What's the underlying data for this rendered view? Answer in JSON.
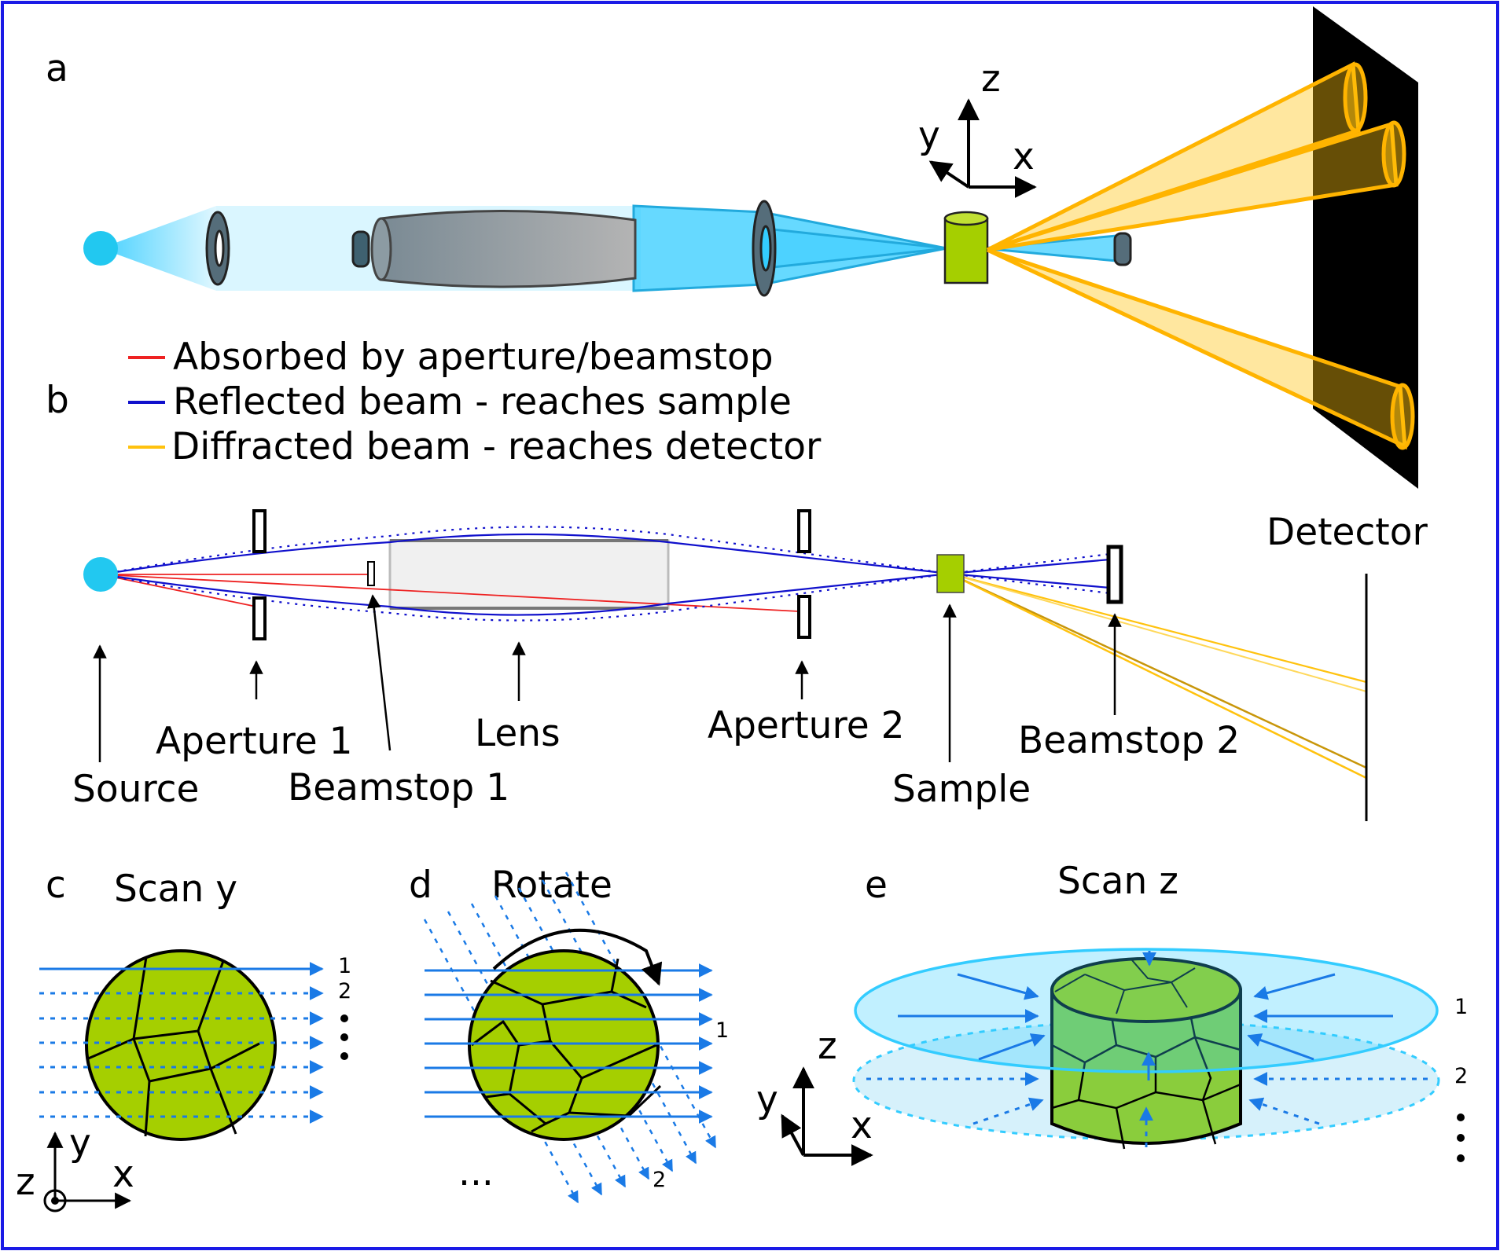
{
  "panels": {
    "a": {
      "label": "a"
    },
    "b": {
      "label": "b"
    },
    "c": {
      "label": "c",
      "title": "Scan y"
    },
    "d": {
      "label": "d",
      "title": "Rotate"
    },
    "e": {
      "label": "e",
      "title": "Scan z"
    }
  },
  "axes_a": {
    "z": "z",
    "y": "y",
    "x": "x"
  },
  "legend": [
    {
      "text": "Absorbed by aperture/beamstop",
      "color": "#ee2222"
    },
    {
      "text": "Reflected beam - reaches sample",
      "color": "#1010cc"
    },
    {
      "text": "Diffracted beam - reaches detector",
      "color": "#ffc20e"
    }
  ],
  "components": {
    "detector": "Detector",
    "source": "Source",
    "aperture1": "Aperture 1",
    "beamstop1": "Beamstop 1",
    "lens": "Lens",
    "aperture2": "Aperture 2",
    "sample": "Sample",
    "beamstop2": "Beamstop 2"
  },
  "scan_c": {
    "n1": "1",
    "n2": "2",
    "axis_y": "y",
    "axis_x": "x",
    "axis_z": "z"
  },
  "scan_d": {
    "n1": "1",
    "n2": "2",
    "ellipsis": "..."
  },
  "scan_e": {
    "n1": "1",
    "n2": "2",
    "axis_z": "z",
    "axis_y": "y",
    "axis_x": "x"
  },
  "colors": {
    "border": "#1a1ae6",
    "beam": "#33ccff",
    "sample": "#a5cf00",
    "diffracted": "#ffc20e",
    "scan_arrow": "#1a7ae6"
  }
}
